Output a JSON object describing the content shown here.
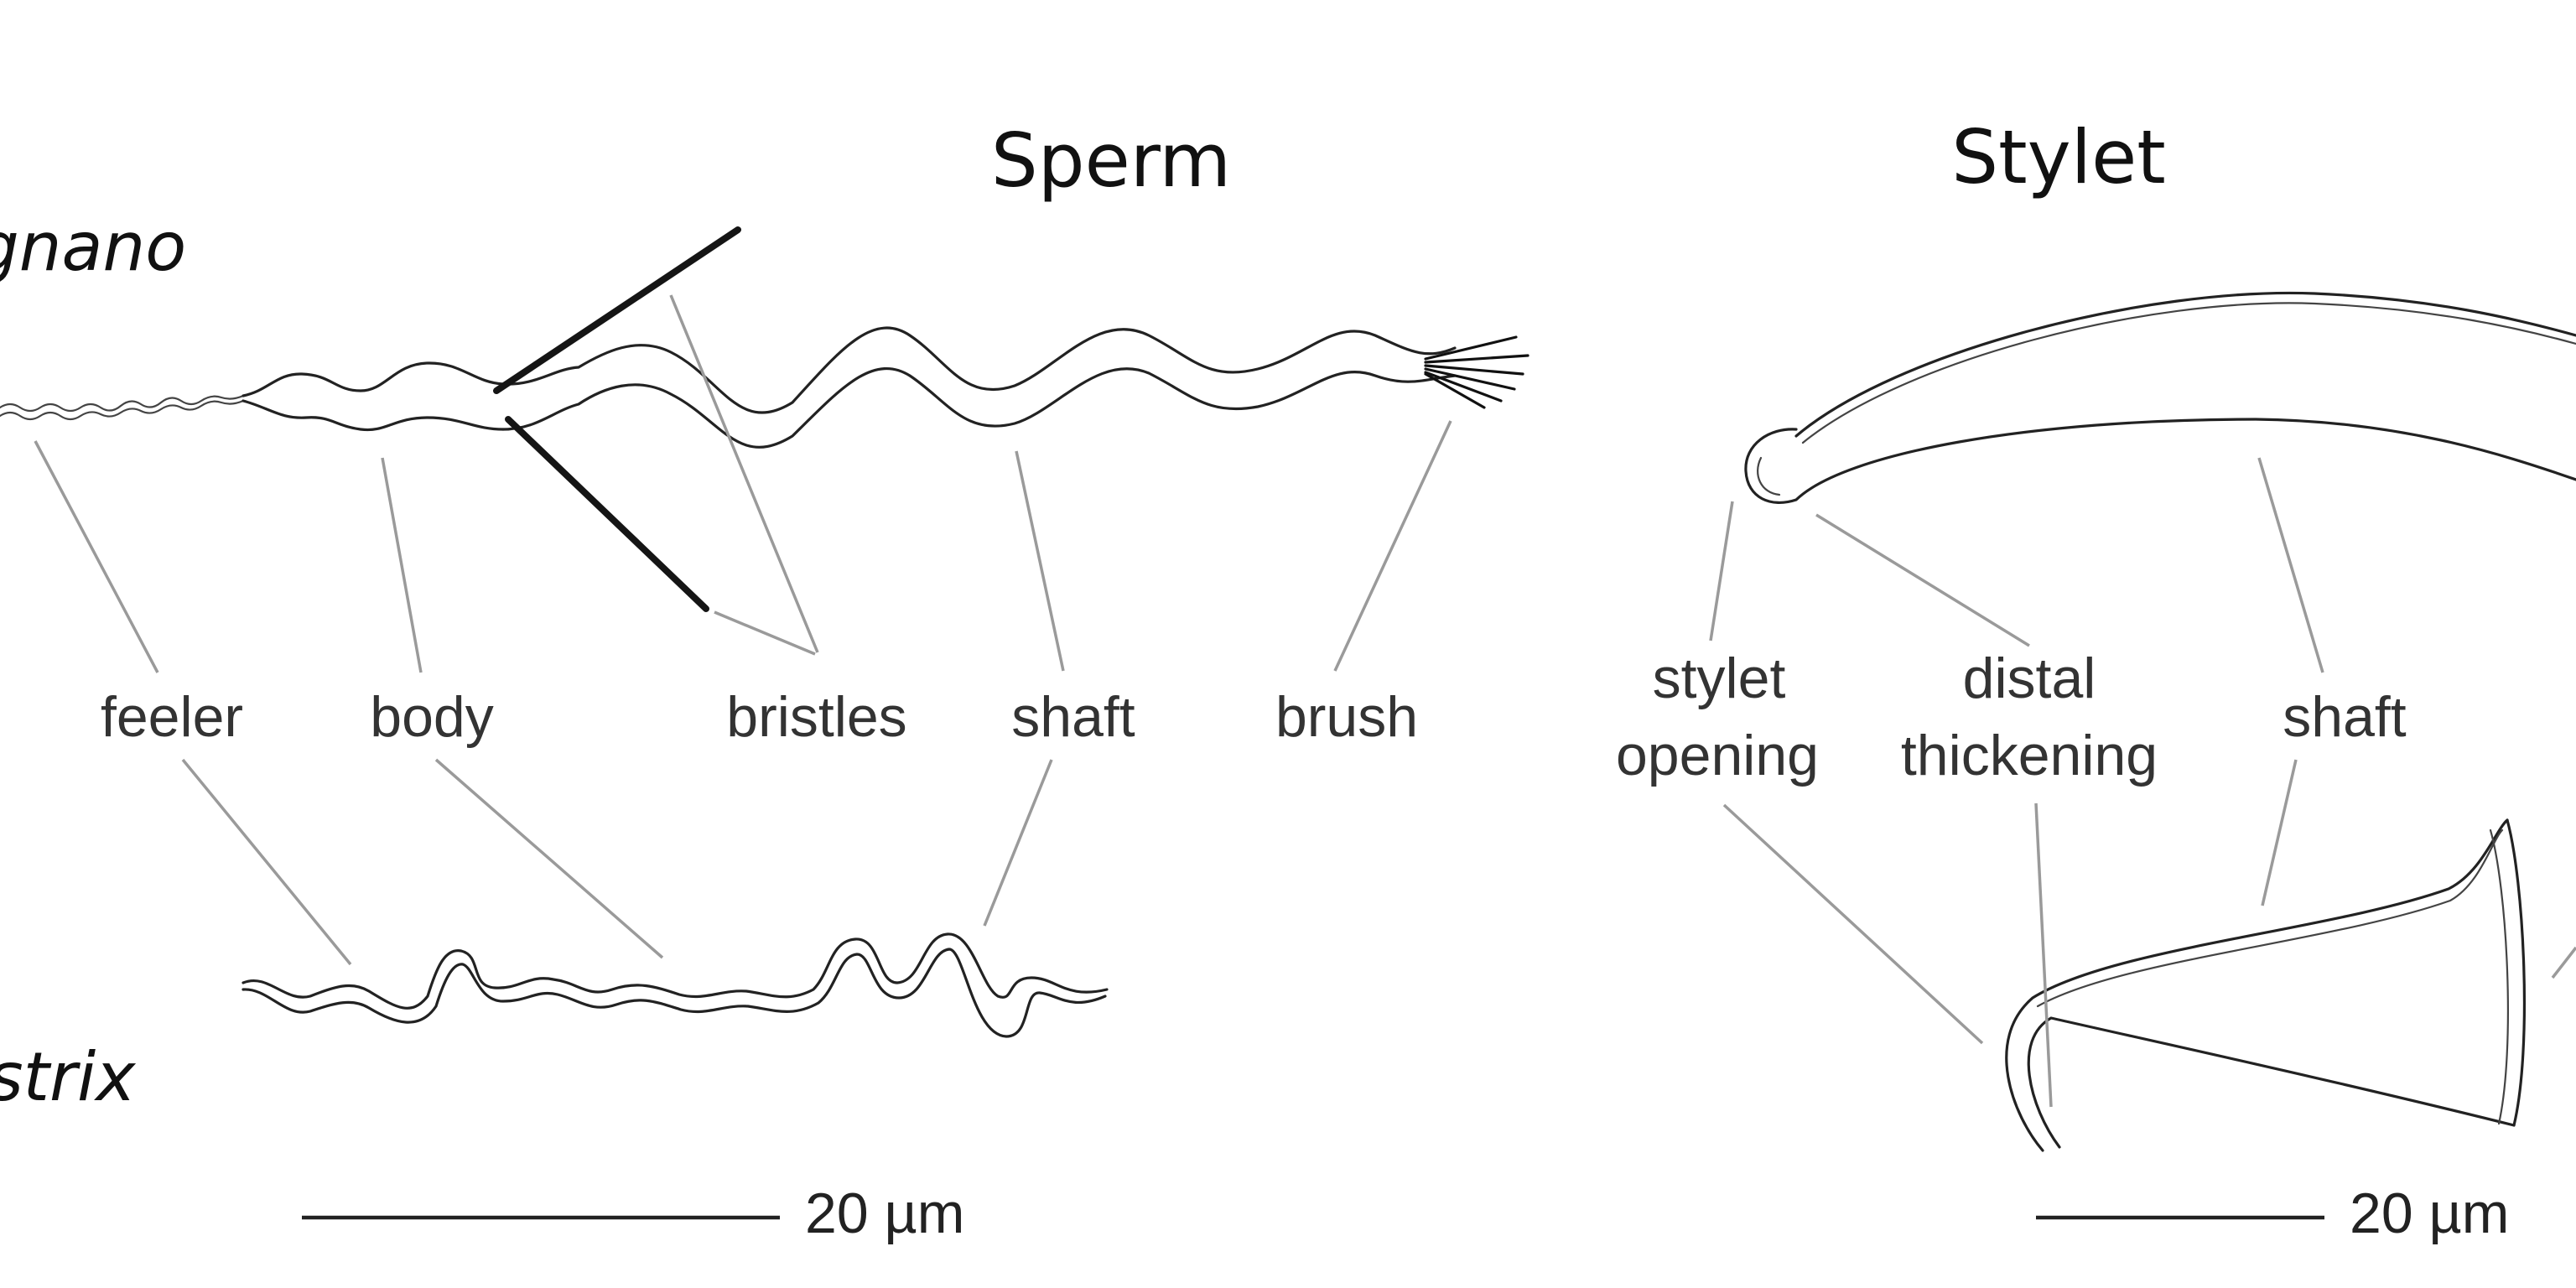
{
  "titles": {
    "sperm": "Sperm",
    "stylet": "Stylet"
  },
  "species": {
    "top": "gnano",
    "bottom": "strix"
  },
  "sperm_labels": {
    "feeler": "feeler",
    "body": "body",
    "bristles": "bristles",
    "shaft": "shaft",
    "brush": "brush"
  },
  "stylet_labels": {
    "opening_line1": "stylet",
    "opening_line2": "opening",
    "thickening_line1": "distal",
    "thickening_line2": "thickening",
    "shaft": "shaft"
  },
  "scale_bars": {
    "sperm": "20 µm",
    "stylet": "20 µm"
  }
}
